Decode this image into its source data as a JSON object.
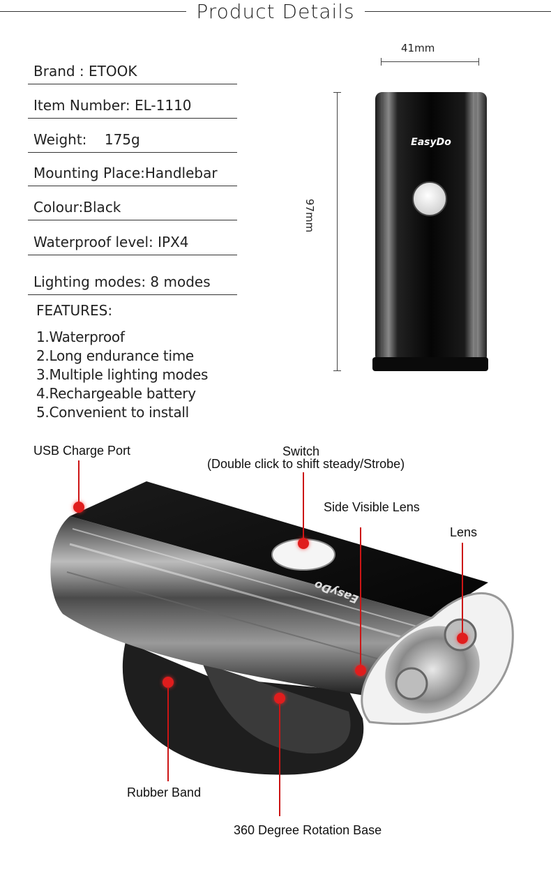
{
  "header": {
    "title": "Product  Details"
  },
  "specs": [
    {
      "label": "Brand : ETOOK"
    },
    {
      "label": "Item Number: EL-1110"
    },
    {
      "label": "Weight:    175g"
    },
    {
      "label": "Mounting Place:Handlebar"
    },
    {
      "label": "Colour:Black"
    },
    {
      "label": "Waterproof level: IPX4"
    },
    {
      "label": "Lighting modes: 8 modes"
    }
  ],
  "features": {
    "title": "FEATURES:",
    "items": [
      "1.Waterproof",
      "2.Long endurance time",
      "3.Multiple lighting modes",
      "4.Rechargeable battery",
      "5.Convenient to install"
    ]
  },
  "dimensions": {
    "width": "41mm",
    "height": "97mm"
  },
  "product": {
    "logo": "EasyDo"
  },
  "callouts": {
    "usb": "USB Charge Port",
    "switch": "Switch",
    "switch_note": "(Double click to shift steady/Strobe)",
    "side_lens": "Side Visible Lens",
    "lens": "Lens",
    "rubber": "Rubber Band",
    "base": "360 Degree Rotation Base"
  },
  "colors": {
    "accent_red": "#e01d1d",
    "body_black": "#0d0d0d"
  }
}
